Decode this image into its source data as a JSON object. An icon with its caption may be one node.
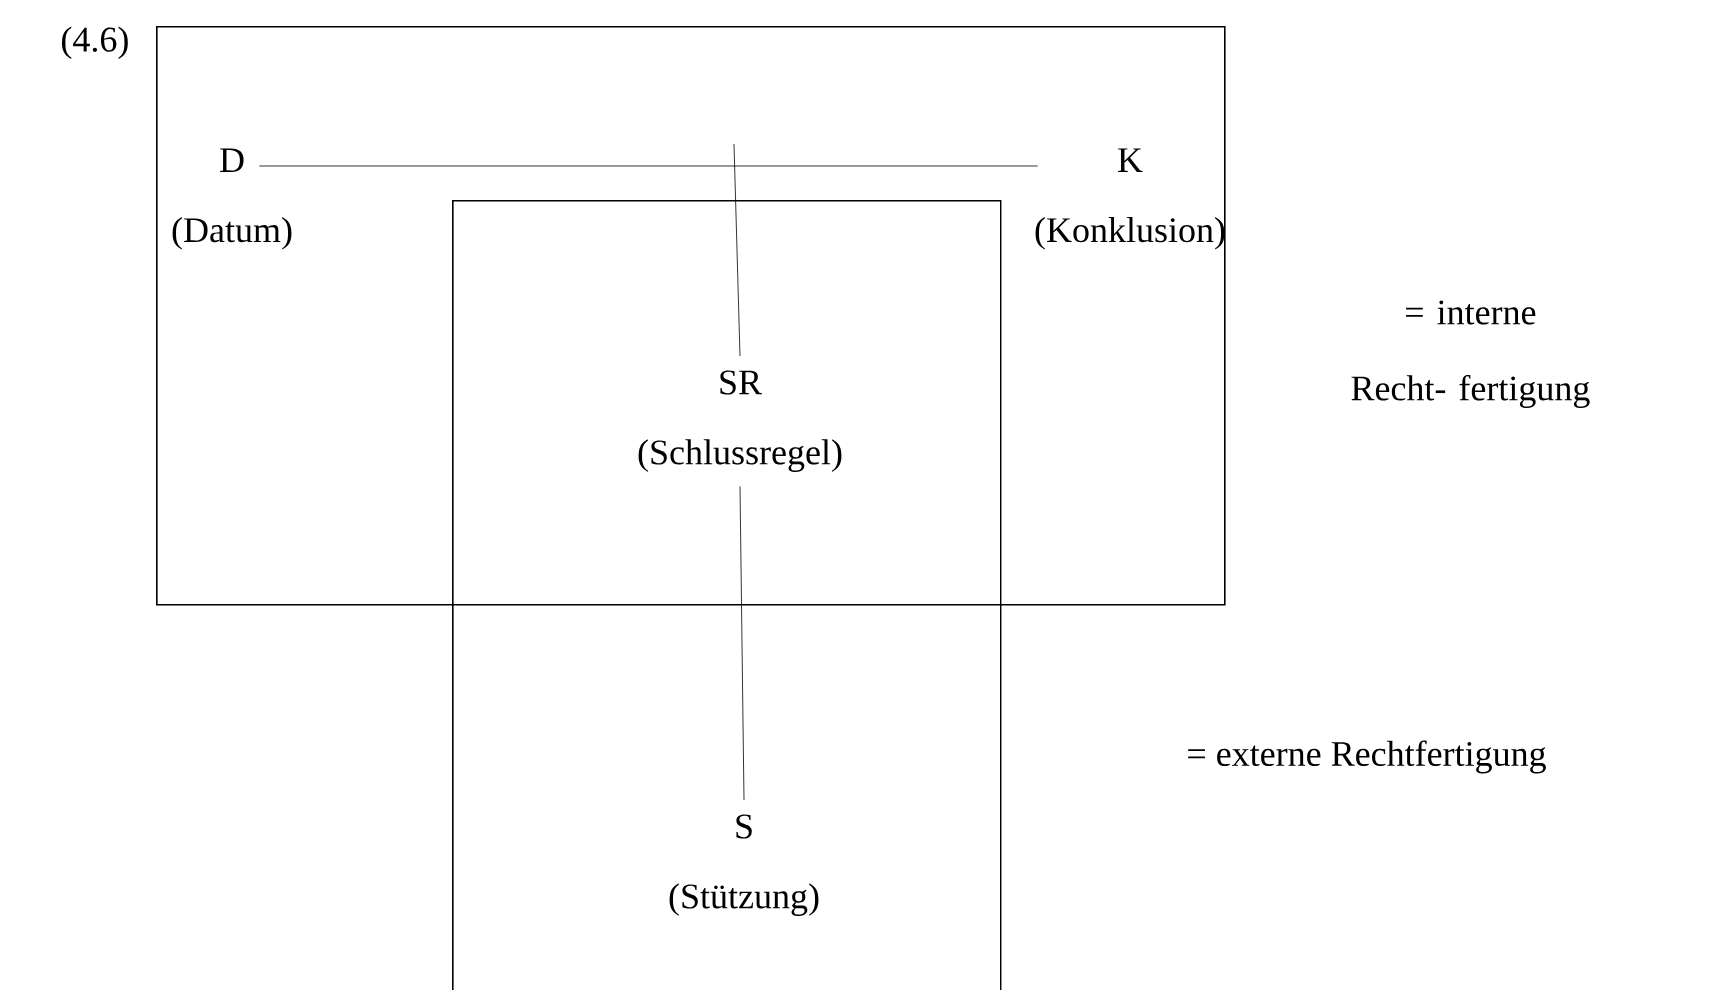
{
  "diagram": {
    "nodes": [
      {
        "text": [],
        "shape": "box"
      },
      {
        "text": [],
        "shape": "box"
      },
      {
        "text": [
          "D",
          "(Datum)"
        ],
        "in": 0
      },
      {
        "text": [
          "K",
          "(Konklusion)"
        ],
        "in": 0
      },
      {
        "text": [
          "SR",
          "(Schlussregel)"
        ]
      },
      {
        "text": [
          "S",
          "(Stützung)"
        ],
        "in": 1
      }
    ],
    "edges": [
      {
        "from": 2,
        "to": 3,
        "arrow": "none"
      },
      {
        "from": null,
        "to": 4,
        "arrow": "none"
      },
      {
        "from": 4,
        "to": 5,
        "arrow": "none"
      }
    ],
    "labels": [
      "(4.6)",
      "= interne Recht- fertigung",
      "= externe Rechtfertigung"
    ]
  }
}
